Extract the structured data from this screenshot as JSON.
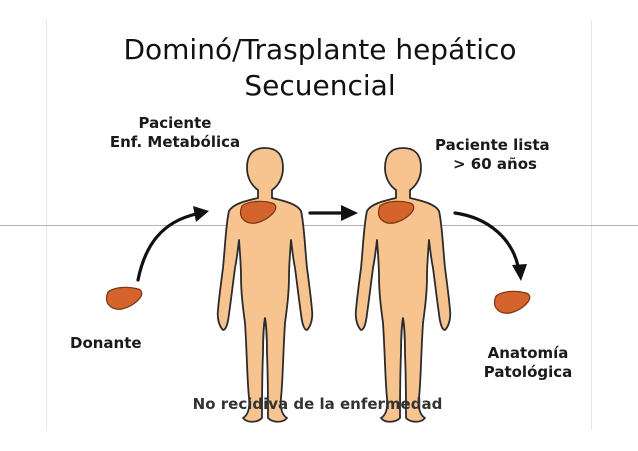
{
  "title": {
    "line1": "Dominó/Trasplante hepático",
    "line2": "Secuencial"
  },
  "labels": {
    "paciente_enf": {
      "line1": "Paciente",
      "line2": "Enf. Metabólica"
    },
    "paciente_lista": {
      "line1": "Paciente lista",
      "line2": "> 60 años"
    },
    "donante": "Donante",
    "anatomia": {
      "line1": "Anatomía",
      "line2": "Patológica"
    },
    "no_recidiva": "No recidiva de la enfermedad"
  },
  "colors": {
    "skin": "#f7c48f",
    "skin_outline": "#2b2b2b",
    "liver": "#d4642b",
    "liver_outline": "#7a3612",
    "arrow": "#111111"
  },
  "icons": {
    "body_left": "human-body-icon",
    "body_right": "human-body-icon",
    "liver": "liver-icon"
  }
}
